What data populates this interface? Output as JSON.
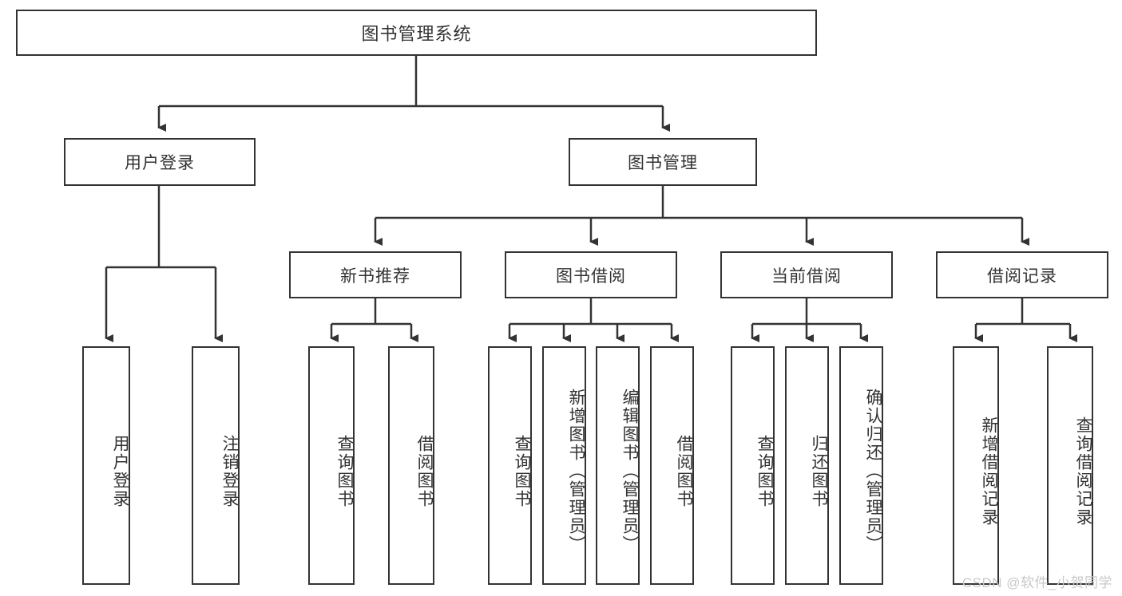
{
  "diagram": {
    "type": "tree-hierarchy",
    "title": "图书管理系统",
    "root": {
      "label": "图书管理系统"
    },
    "level2": [
      {
        "label": "用户登录"
      },
      {
        "label": "图书管理"
      }
    ],
    "level3": [
      {
        "label": "新书推荐"
      },
      {
        "label": "图书借阅"
      },
      {
        "label": "当前借阅"
      },
      {
        "label": "借阅记录"
      }
    ],
    "leaves": {
      "user_login": [
        {
          "label": "用户登录"
        },
        {
          "label": "注销登录"
        }
      ],
      "new_book_recommend": [
        {
          "label": "查询图书"
        },
        {
          "label": "借阅图书"
        }
      ],
      "book_borrow": [
        {
          "label": "查询图书"
        },
        {
          "label": "新增图书（管理员）"
        },
        {
          "label": "编辑图书（管理员）"
        },
        {
          "label": "借阅图书"
        }
      ],
      "current_borrow": [
        {
          "label": "查询图书"
        },
        {
          "label": "归还图书"
        },
        {
          "label": "确认归还（管理员）"
        }
      ],
      "borrow_records": [
        {
          "label": "新增借阅记录"
        },
        {
          "label": "查询借阅记录"
        }
      ]
    }
  },
  "watermark": {
    "text": "CSDN @软件_小贺同学"
  },
  "colors": {
    "border": "#333333",
    "text": "#333333",
    "background": "#ffffff",
    "watermark": "#c9c9c9"
  }
}
